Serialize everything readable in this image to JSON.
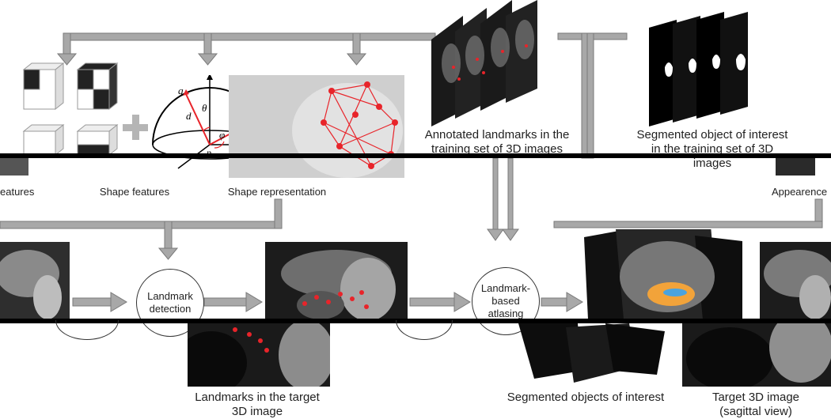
{
  "labels": {
    "features_partial": "eatures",
    "shape_features": "Shape features",
    "shape_representation": "Shape representation",
    "appearance_partial": "Appearence",
    "annotated_landmarks": "Annotated landmarks in the training set of 3D images",
    "segmented_training": "Segmented object of interest in the training set of 3D images",
    "landmarks_target": "Landmarks in the target 3D image",
    "segmented_objects": "Segmented objects of interest",
    "target_image": "Target 3D image (sagittal view)"
  },
  "nodes": {
    "landmark_detection": "Landmark detection",
    "landmark_atlasing": "Landmark-based atlasing"
  },
  "glyphs": {
    "q": "q",
    "theta": "θ",
    "d": "d",
    "phi": "φ",
    "p": "p"
  },
  "colors": {
    "arrow": "#a8a8a8",
    "arrow_edge": "#7a7a7a",
    "landmark": "#e8242a",
    "segment_orange": "#f2a33a",
    "segment_blue": "#4aa3df"
  }
}
